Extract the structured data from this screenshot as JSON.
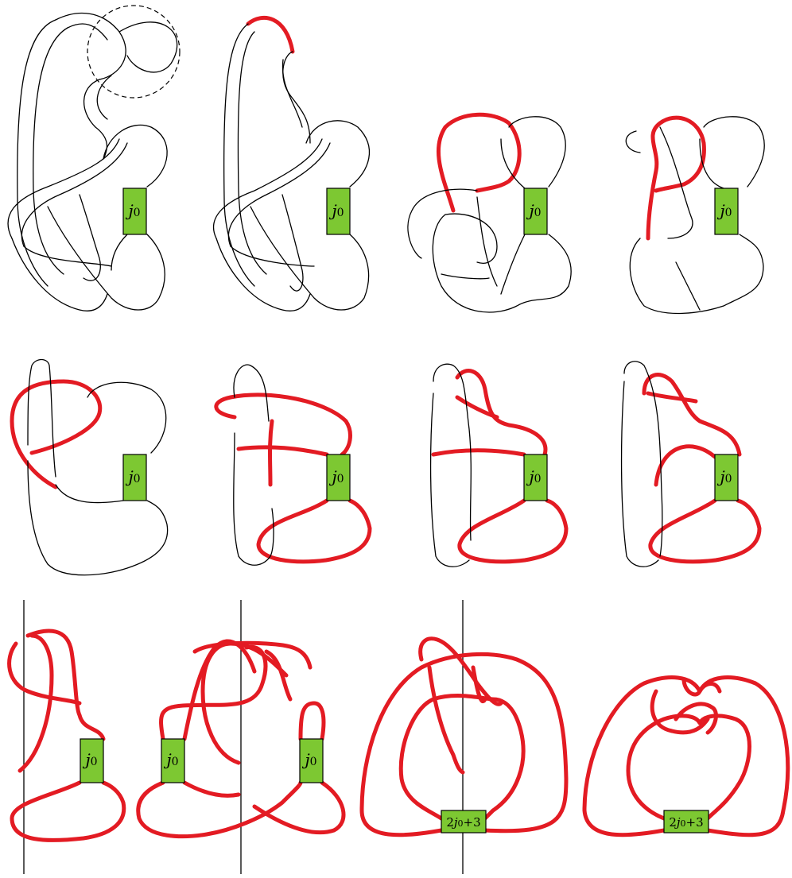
{
  "colors": {
    "strand": "#000000",
    "highlight": "#e31b23",
    "box_fill": "#7dc832"
  },
  "box_labels": {
    "j": "j",
    "sub": "0",
    "twice_prefix": "2",
    "twice_suffix": "+3"
  },
  "panels": [
    {
      "row": 1,
      "col": 1,
      "box": "j0",
      "dashed_circle": true
    },
    {
      "row": 1,
      "col": 2,
      "box": "j0"
    },
    {
      "row": 1,
      "col": 3,
      "box": "j0"
    },
    {
      "row": 1,
      "col": 4,
      "box": "j0"
    },
    {
      "row": 2,
      "col": 1,
      "box": "j0"
    },
    {
      "row": 2,
      "col": 2,
      "box": "j0"
    },
    {
      "row": 2,
      "col": 3,
      "box": "j0"
    },
    {
      "row": 2,
      "col": 4,
      "box": "j0"
    },
    {
      "row": 3,
      "col": 1,
      "box": "j0",
      "axis": true
    },
    {
      "row": 3,
      "col": 2,
      "box": "j0 j0",
      "axis": true
    },
    {
      "row": 3,
      "col": 3,
      "box": "2j0+3",
      "axis": true
    },
    {
      "row": 3,
      "col": 4,
      "box": "2j0+3"
    }
  ]
}
